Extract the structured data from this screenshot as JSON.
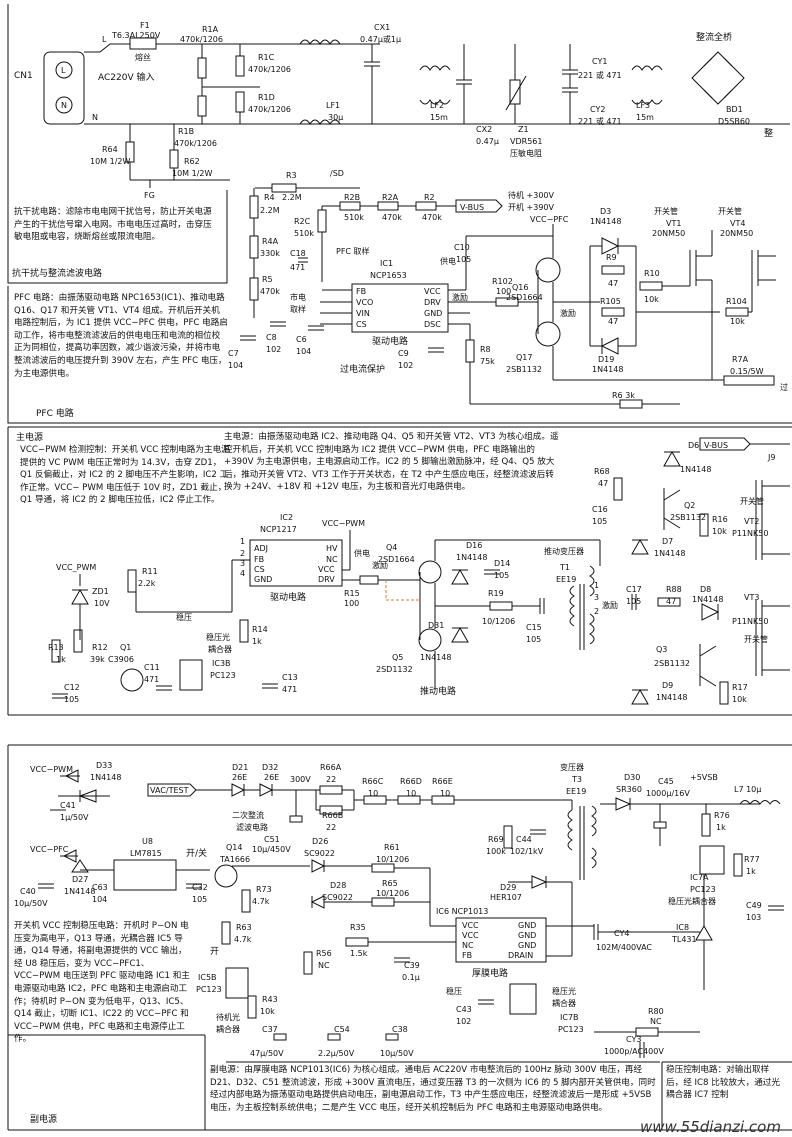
{
  "labels": {
    "CN1": "CN1",
    "L": "L",
    "N": "N",
    "L2": "L",
    "N2": "N",
    "F1": "F1",
    "F1v": "T6.3AL250V",
    "fuse": "熔丝",
    "ac": "AC220V 输入",
    "R1A": "R1A",
    "R1Av": "470k/1206",
    "R1C": "R1C",
    "R1Cv": "470k/1206",
    "R1D": "R1D",
    "R1Dv": "470k/1206",
    "R1B": "R1B",
    "R1Bv": "470k/1206",
    "R64": "R64",
    "R64v": "10M 1/2W",
    "R62": "R62",
    "R62v": "10M 1/2W",
    "FG": "FG",
    "CX1": "CX1",
    "CX1v": "0.47μ或1μ",
    "LF1": "LF1",
    "LF1v": "30μ",
    "LF2": "LF2",
    "LF2v": "15m",
    "CX2": "CX2",
    "CX2v": "0.47μ",
    "Z1": "Z1",
    "Z1v": "VDR561",
    "Z1n": "压敏电阻",
    "CY1": "CY1",
    "CY1v": "221 或 471",
    "CY2": "CY2",
    "CY2v": "221 或 471",
    "LF3": "LF3",
    "LF3v": "15m",
    "bridge": "整流全桥",
    "BD1": "BD1",
    "BD1v": "D5SB60",
    "bcut": "整",
    "R3": "R3",
    "R3v": "2.2M",
    "SD": "/SD",
    "R4": "R4",
    "R4v": "2.2M",
    "R2B": "R2B",
    "R2Bv": "510k",
    "R2A": "R2A",
    "R2Av": "470k",
    "R2": "R2",
    "R2v": "470k",
    "VBUS": "V-BUS",
    "sb1": "待机 +300V",
    "sb2": "开机 +390V",
    "VCCPFC": "VCC−PFC",
    "R2C": "R2C",
    "R2Cv": "510k",
    "R4A": "R4A",
    "R4Av": "330k",
    "C18": "C18",
    "C18v": "471",
    "pfcs": "PFC 取样",
    "IC1": "IC1",
    "IC1v": "NCP1653",
    "R5": "R5",
    "R5v": "470k",
    "mains": "市电",
    "mains2": "取样",
    "FB": "FB",
    "VCO": "VCO",
    "VIN": "VIN",
    "CS": "CS",
    "VCC": "VCC",
    "DRV": "DRV",
    "GND": "GND",
    "DSC": "DSC",
    "supply": "供电",
    "C10": "C10",
    "C10v": "105",
    "R102": "R102",
    "R102v": "100",
    "exc1": "激励",
    "Q16": "Q16",
    "Q16v": "2SD1664",
    "Q17": "Q17",
    "Q17v": "2SB1132",
    "drv": "驱动电路",
    "ovp": "过电流保护",
    "C7": "C7",
    "C7v": "104",
    "C8": "C8",
    "C8v": "102",
    "C6": "C6",
    "C6v": "104",
    "C9": "C9",
    "C9v": "102",
    "R8": "R8",
    "R8v": "75k",
    "D3": "D3",
    "D3v": "1N4148",
    "swt": "开关管",
    "VT1": "VT1",
    "VT1v": "20NM50",
    "swt2": "开关管",
    "VT4": "VT4",
    "VT4v": "20NM50",
    "R9": "R9",
    "R9v": "47",
    "R10": "R10",
    "R10v": "10k",
    "exc2": "激励",
    "R105": "R105",
    "R105v": "47",
    "R104": "R104",
    "R104v": "10k",
    "D19": "D19",
    "D19v": "1N4148",
    "R7A": "R7A",
    "R7Av": "0.15/5W",
    "R63k": "R6 3k",
    "over": "过",
    "t_emi": "抗干扰与整流滤波电路",
    "t_pfc": "PFC 电路",
    "t_main": "主电源",
    "t_sec": "副电源",
    "VBUS2": "V-BUS",
    "J9": "J9",
    "D6": "D6",
    "D6v": "1N4148",
    "R68": "R68",
    "R68v": "47",
    "C16": "C16",
    "C16v": "105",
    "Q2": "Q2",
    "Q2v": "2SB1132",
    "R16": "R16",
    "R16v": "10k",
    "VT2": "VT2",
    "VT2v": "P11NK50",
    "swt3": "开关管",
    "D7": "D7",
    "D7v": "1N4148",
    "IC2": "IC2",
    "IC2v": "NCP1217",
    "VCCPWM": "VCC−PWM",
    "ADJ": "ADJ",
    "FB2": "FB",
    "CS2": "CS",
    "GND2": "GND",
    "HV": "HV",
    "NC": "NC",
    "VCC2": "VCC",
    "DRV2": "DRV",
    "supply2": "供电",
    "Q4": "Q4",
    "Q4v": "2SD1664",
    "D16": "D16",
    "D16v": "1N4148",
    "D14": "D14",
    "D14v": "105",
    "T1": "T1",
    "T1v": "EE19",
    "T1n": "推动变压器",
    "exc3": "激励",
    "R15": "R15",
    "R15v": "100",
    "drv2": "驱动电路",
    "R19": "R19",
    "R19v": "10/1206",
    "C15": "C15",
    "C15v": "105",
    "Q5": "Q5",
    "Q5v": "2SD1132",
    "D31": "D31",
    "D31v": "1N4148",
    "push": "推动电路",
    "C17": "C17",
    "C17v": "105",
    "R88": "R88",
    "R88v": "47",
    "D8": "D8",
    "D8v": "1N4148",
    "VT3": "VT3",
    "VT3v": "P11NK50",
    "swt4": "开关管",
    "exc4": "激励",
    "Q3": "Q3",
    "Q3v": "2SB1132",
    "D9": "D9",
    "D9v": "1N4148",
    "R17": "R17",
    "R17v": "10k",
    "VCCPWM2": "VCC_PWM",
    "ZD1": "ZD1",
    "ZD1v": "10V",
    "R11": "R11",
    "R11v": "2.2k",
    "R13": "R13",
    "R13v": "1k",
    "R12": "R12",
    "R12v": "39k",
    "Q1": "Q1",
    "Q1v": "C3906",
    "C11": "C11",
    "C11v": "471",
    "C12": "C12",
    "C12v": "105",
    "reg": "稳压",
    "R14": "R14",
    "R14v": "1k",
    "opto": "稳压光",
    "opto2": "耦合器",
    "IC3B": "IC3B",
    "IC3Bv": "PC123",
    "C13": "C13",
    "C13v": "471",
    "n1": "1",
    "n2": "2",
    "n3": "3",
    "n4": "4",
    "VCCPWM3": "VCC−PWM",
    "D33": "D33",
    "D33v": "1N4148",
    "C41": "C41",
    "C41v": "1μ/50V",
    "D21": "D21",
    "D21v": "26E",
    "D32": "D32",
    "D32v": "26E",
    "VAC": "VAC/TEST",
    "v300": "300V",
    "R66A": "R66A",
    "R66Av": "22",
    "R66B": "R66B",
    "R66Bv": "22",
    "R66C": "R66C",
    "R66Cv": "10",
    "R66D": "R66D",
    "R66Dv": "10",
    "R66E": "R66E",
    "R66Ev": "10",
    "T3": "T3",
    "T3v": "EE19",
    "T3n": "变压器",
    "D30": "D30",
    "D30v": "SR360",
    "C45": "C45",
    "C45v": "1000μ/16V",
    "v5": "+5VSB",
    "L7": "L7 10μ",
    "sec2": "二次整流",
    "sec3": "滤波电路",
    "C51": "C51",
    "C51v": "10μ/450V",
    "R69": "R69",
    "R69v": "100k",
    "C44": "C44",
    "C44v": "102/1kV",
    "R76": "R76",
    "R76v": "1k",
    "R77": "R77",
    "R77v": "1k",
    "VCCPFC2": "VCC−PFC",
    "U8": "U8",
    "U8v": "LM7815",
    "onoff": "开/关",
    "Q14": "Q14",
    "Q14v": "TA1666",
    "D26": "D26",
    "D26v": "SC9022",
    "R61": "R61",
    "R61v": "10/1206",
    "D29": "D29",
    "D29v": "HER107",
    "IC7A": "IC7A",
    "IC7Av": "PC123",
    "IC7An": "稳压光耦合器",
    "C49": "C49",
    "C49v": "103",
    "C40": "C40",
    "C40v": "10μ/50V",
    "D27": "D27",
    "D27v": "1N4148",
    "C63": "C63",
    "C63v": "104",
    "C32": "C32",
    "C32v": "105",
    "R73": "R73",
    "R73v": "4.7k",
    "D28": "D28",
    "D28v": "SC9022",
    "R65": "R65",
    "R65v": "10/1206",
    "IC6": "IC6 NCP1013",
    "VCC6": "VCC",
    "VCC6b": "VCC",
    "NC6": "NC",
    "FB6": "FB",
    "GND6": "GND",
    "GND6b": "GND",
    "GND6c": "GND",
    "DRAIN": "DRAIN",
    "thick": "厚膜电路",
    "IC8": "IC8",
    "IC8v": "TL431",
    "R63": "R63",
    "R63v": "4.7k",
    "on": "开",
    "R35": "R35",
    "R35v": "1.5k",
    "C39": "C39",
    "C39v": "0.1μ",
    "CY4": "CY4",
    "CY4v": "102M/400VAC",
    "R56": "R56",
    "R56v": "NC",
    "IC5B": "IC5B",
    "IC5Bv": "PC123",
    "R43": "R43",
    "R43v": "10k",
    "sbop": "待机光",
    "sbop2": "耦合器",
    "reg2": "稳压",
    "C43": "C43",
    "C43v": "102",
    "IC7B": "IC7B",
    "IC7Bv": "PC123",
    "opt3": "稳压光",
    "opt4": "耦合器",
    "R80": "R80",
    "R80v": "NC",
    "CY3": "CY3",
    "CY3v": "1000p/AC400V",
    "C37": "C37",
    "C37v": "47μ/50V",
    "C54": "C54",
    "C54v": "2.2μ/50V",
    "C38": "C38",
    "C38v": "10μ/50V",
    "watermark": "www.55dianzi.com"
  },
  "notes": {
    "emi": "抗干扰电路：滤除市电电网干扰信号，防止开关电源产生的干扰信号窜入电网。市电电压过高时，击穿压敏电阻或电容，烧断熔丝或限流电阻。",
    "pfc": "PFC 电路：由振荡驱动电路 NPC1653(IC1)、推动电路 Q16、Q17 和开关管 VT1、VT4 组成。开机后开关机电路控制后，为 IC1 提供 VCC−PFC 供电，PFC 电路启动工作，将市电整流滤波后的供电电压和电流的相位校正为同相位，提高功率因数，减少谐波污染，并将市电整流滤波后的电压提升到 390V 左右，产生 PFC 电压，为主电源供电。",
    "pwm": "VCC−PWM 检测控制：开关机 VCC 控制电路为主电源提供的 VC PWM 电压正常时为 14.3V，击穿 ZD1，Q1 反偏截止，对 IC2 的 2 脚电压不产生影响，IC2 工作正常。VCC− PWM 电压低于 10V 时，ZD1 截止，Q1 导通，将 IC2 的 2 脚电压拉低，IC2 停止工作。",
    "main": "主电源：由振荡驱动电路 IC2、推动电路 Q4、Q5 和开关管 VT2、VT3 为核心组成。遥控开机后，开关机 VCC 控制电路为 IC2 提供 VCC−PWM 供电，PFC 电路输出的 +390V 为主电源供电，主电源启动工作。IC2 的 5 脚输出激励脉冲，经 Q4、Q5 放大后，推动开关管 VT2、VT3 工作于开关状态，在 T2 中产生感应电压，经整流滤波后转换为 +24V、+18V 和 +12V 电压，为主板和音光灯电路供电。",
    "ctrl": "开关机 VCC 控制稳压电路：开机时 P−ON 电压变为高电平，Q13 导通，光耦合器 IC5 导通，Q14 导通，将副电源提供的 VCC 输出，经 U8 稳压后，变为 VCC−PFC1、VCC−PWM 电压送到 PFC 驱动电路 IC1 和主电源驱动电路 IC2，PFC 电路和主电源启动工作；待机时 P−ON 变为低电平，Q13、IC5、Q14 截止，切断 IC1、IC22 的 VCC−PFC 和 VCC−PWM 供电，PFC 电路和主电源停止工作。",
    "sec": "副电源：由厚膜电路 NCP1013(IC6) 为核心组成。通电后 AC220V 市电整流后的 100Hz 脉动 300V 电压，再经 D21、D32、C51 整流滤波，形成 +300V 直流电压，通过变压器 T3 的一次侧为 IC6 的 5 脚内部开关管供电，同时经过内部电路为振荡驱动电路提供启动电压，副电源启动工作，T3 中产生感应电压，经整流滤波后一是形成 +5VSB 电压，为主板控制系统供电；二是产生 VCC 电压，经开关机控制后为 PFC 电路和主电源驱动电路供电。",
    "regc": "稳压控制电路：对输出取样后，经 IC8 比较放大，通过光耦合器 IC7 控制"
  }
}
